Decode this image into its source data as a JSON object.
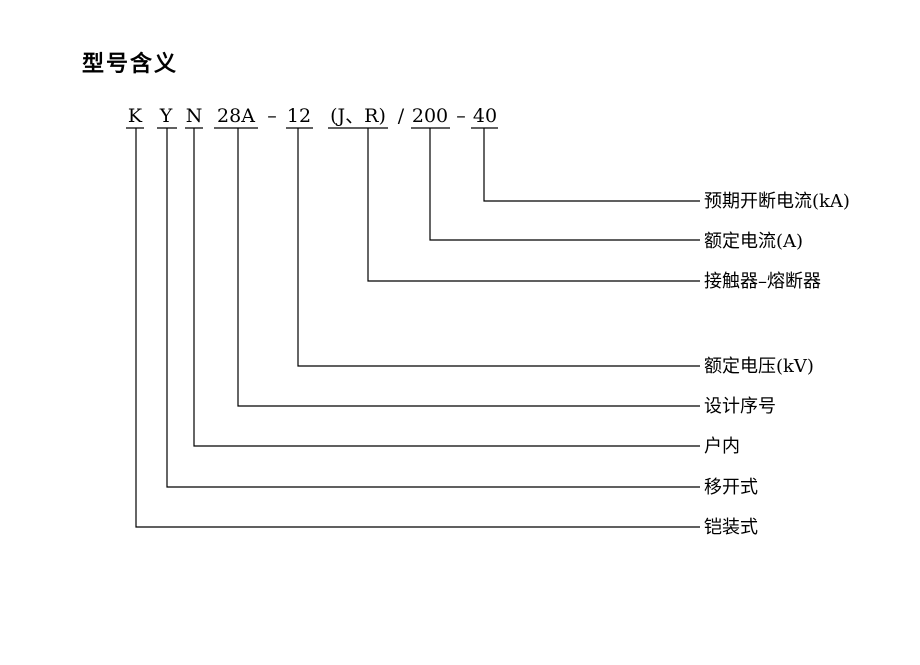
{
  "title": "型号含义",
  "code_parts": [
    "K",
    "Y",
    "N",
    "28A",
    "–",
    "12",
    "(J、R)",
    "/",
    "200",
    "–",
    "40"
  ],
  "explanations": [
    "预期开断电流(kA)",
    "额定电流(A)",
    "接触器–熔断器",
    "额定电压(kV)",
    "设计序号",
    "户内",
    "移开式",
    "铠装式"
  ]
}
